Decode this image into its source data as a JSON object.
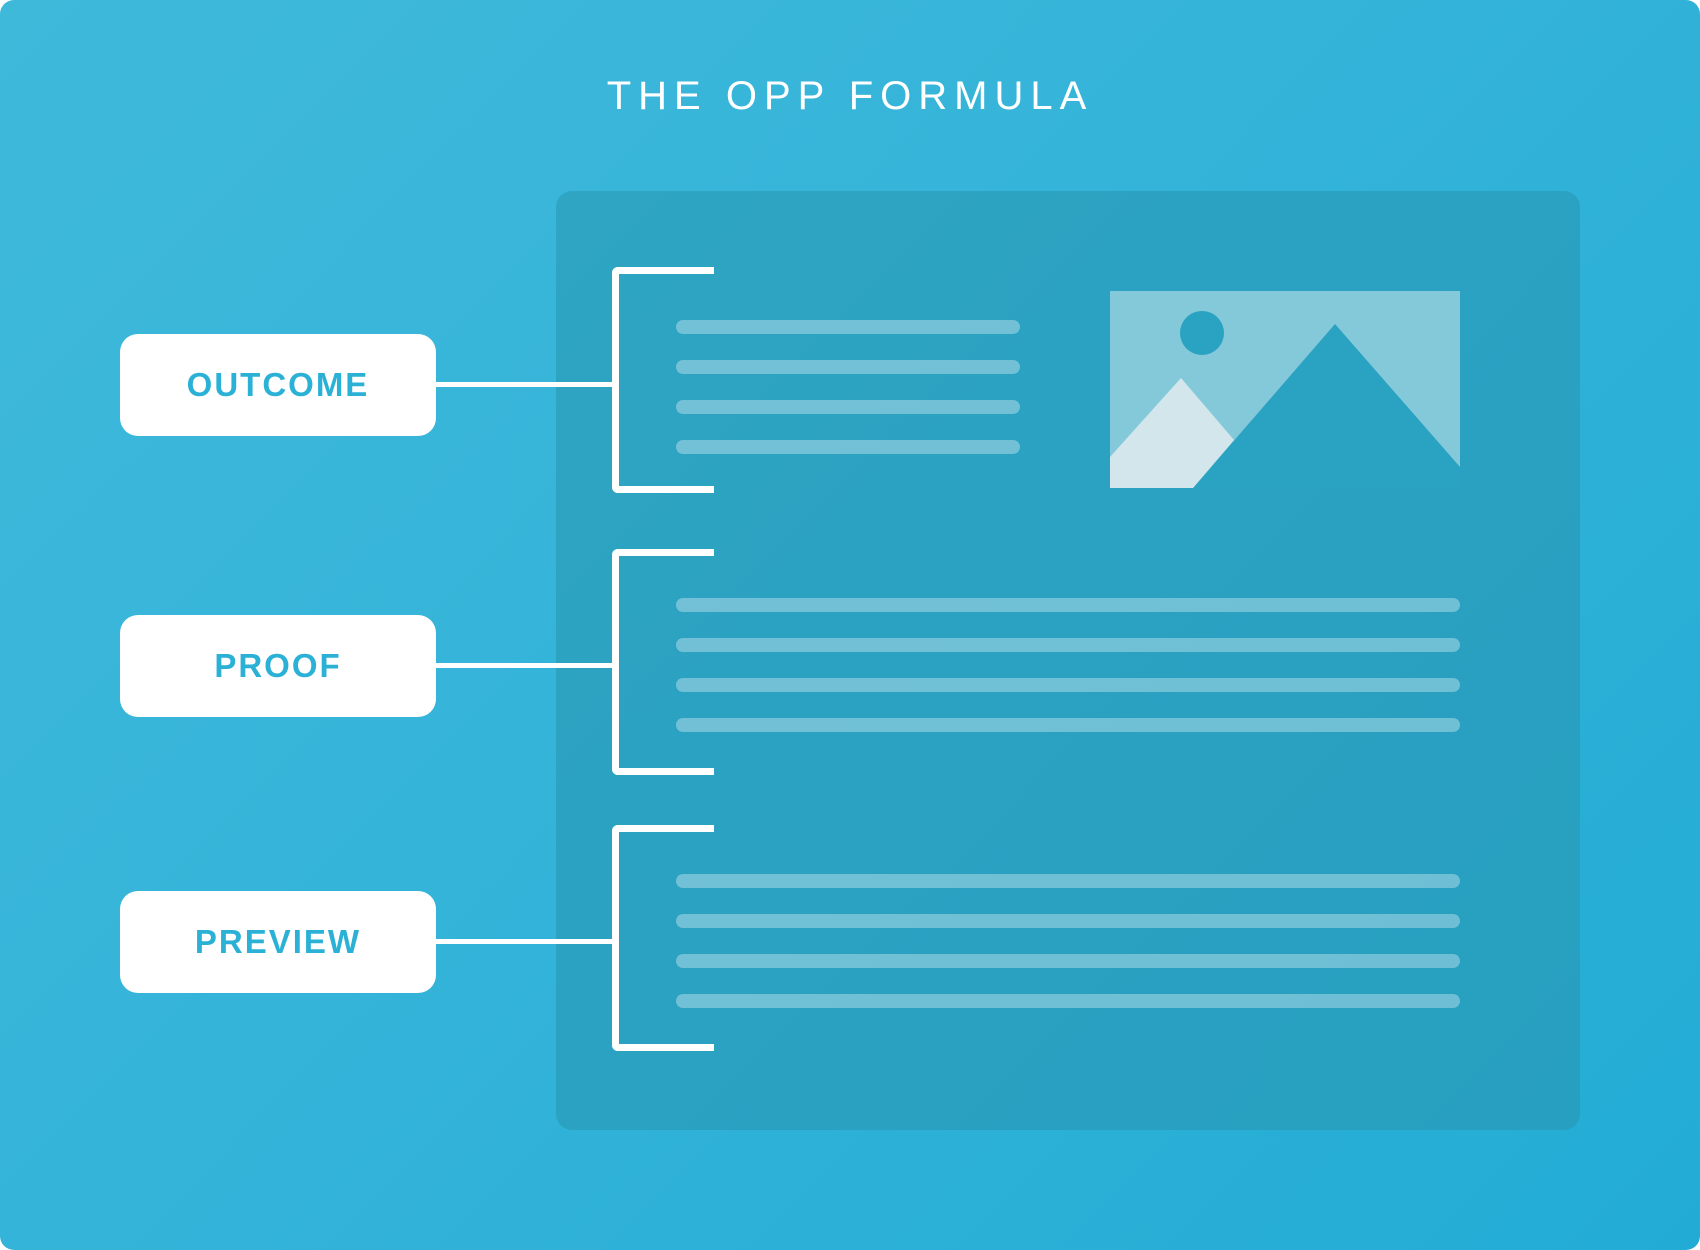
{
  "diagram": {
    "title": "THE OPP FORMULA",
    "sections": [
      {
        "label": "OUTCOME"
      },
      {
        "label": "PROOF"
      },
      {
        "label": "PREVIEW"
      }
    ],
    "icons": [
      "image-placeholder-icon"
    ],
    "colors": {
      "background": "#33b3d9",
      "panel": "#2aa2c2",
      "label_text": "#2bb1d6",
      "white": "#ffffff"
    }
  }
}
